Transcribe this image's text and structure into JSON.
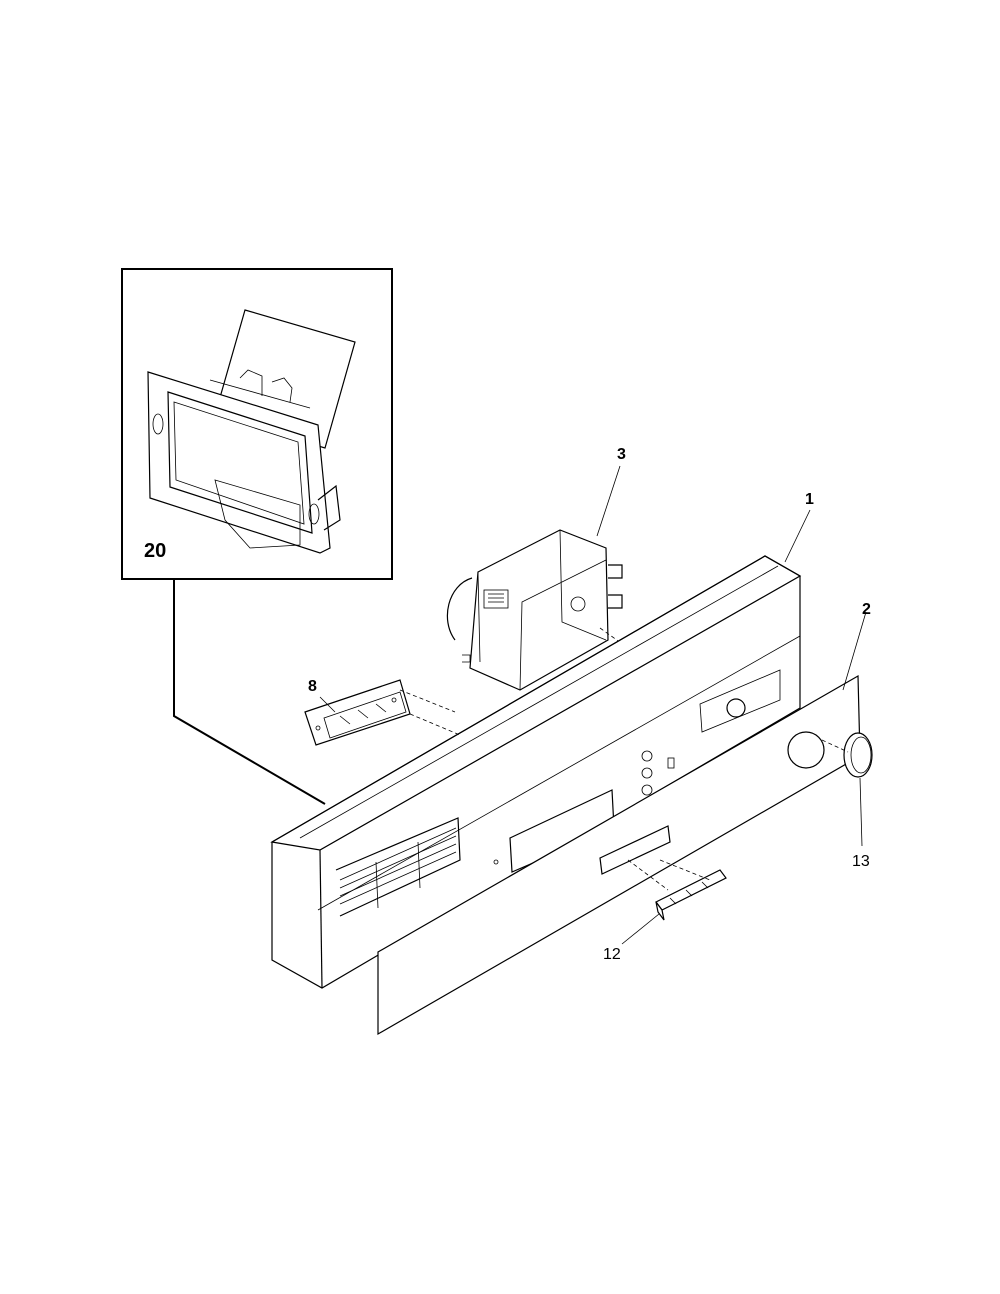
{
  "callouts": {
    "part_20": "20",
    "part_3": "3",
    "part_1": "1",
    "part_2": "2",
    "part_8": "8",
    "part_13": "13",
    "part_12": "12"
  }
}
